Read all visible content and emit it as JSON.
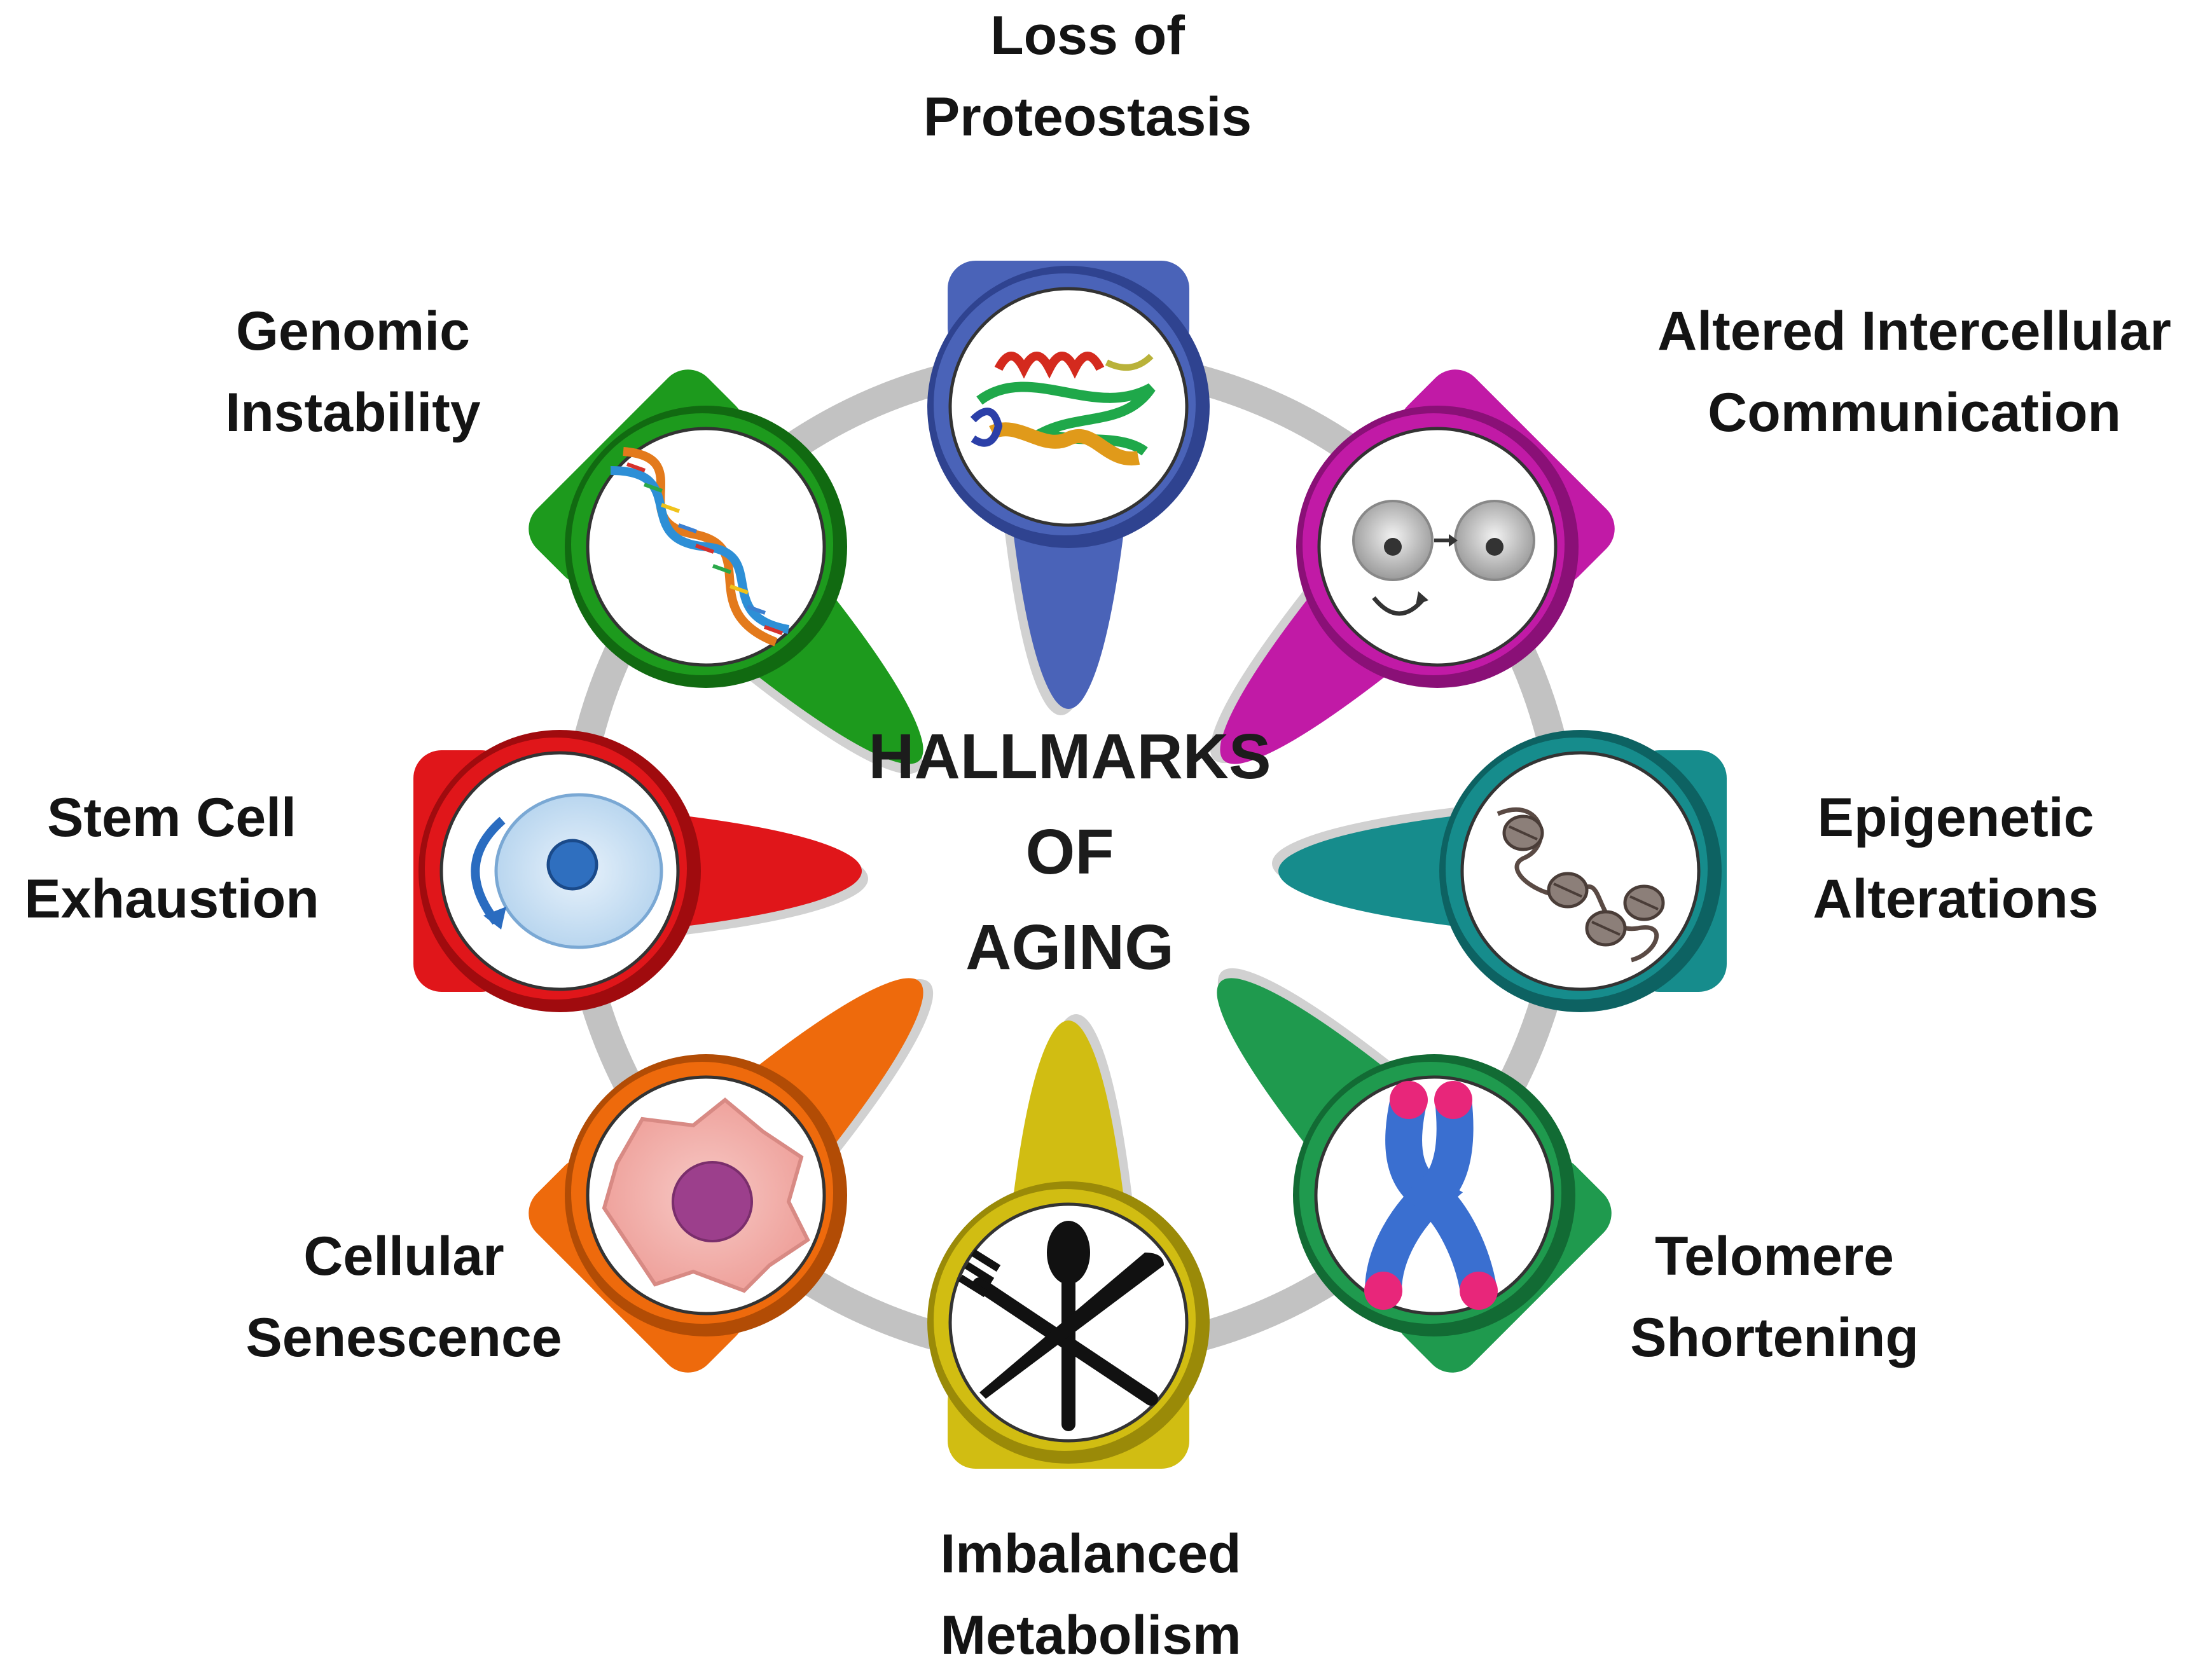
{
  "title": {
    "line1": "HALLMARKS",
    "line2": "OF",
    "line3": "AGING"
  },
  "hallmarks": [
    {
      "line1": "Loss of",
      "line2": "Proteostasis",
      "color": "#4a63b8",
      "dark": "#2f4390",
      "icon": "protein-structure-icon"
    },
    {
      "line1": "Altered Intercellular",
      "line2": "Communication",
      "color": "#c11aa6",
      "dark": "#8a1077",
      "icon": "cell-communication-icon"
    },
    {
      "line1": "Epigenetic",
      "line2": "Alterations",
      "color": "#168c8c",
      "dark": "#0d6262",
      "icon": "chromatin-nucleosome-icon"
    },
    {
      "line1": "Telomere",
      "line2": "Shortening",
      "color": "#1f9a4e",
      "dark": "#126b34",
      "icon": "chromosome-icon"
    },
    {
      "line1": "Imbalanced",
      "line2": "Metabolism",
      "color": "#d1bd12",
      "dark": "#9a8a08",
      "icon": "fork-spoon-knife-icon"
    },
    {
      "line1": "Cellular",
      "line2": "Senescence",
      "color": "#ee6a0c",
      "dark": "#b24c05",
      "icon": "senescent-cell-icon"
    },
    {
      "line1": "Stem Cell",
      "line2": "Exhaustion",
      "color": "#e0161a",
      "dark": "#a00b0e",
      "icon": "stem-cell-icon"
    },
    {
      "line1": "Genomic",
      "line2": "Instability",
      "color": "#1d9a1d",
      "dark": "#116a11",
      "icon": "dna-helix-icon"
    }
  ]
}
